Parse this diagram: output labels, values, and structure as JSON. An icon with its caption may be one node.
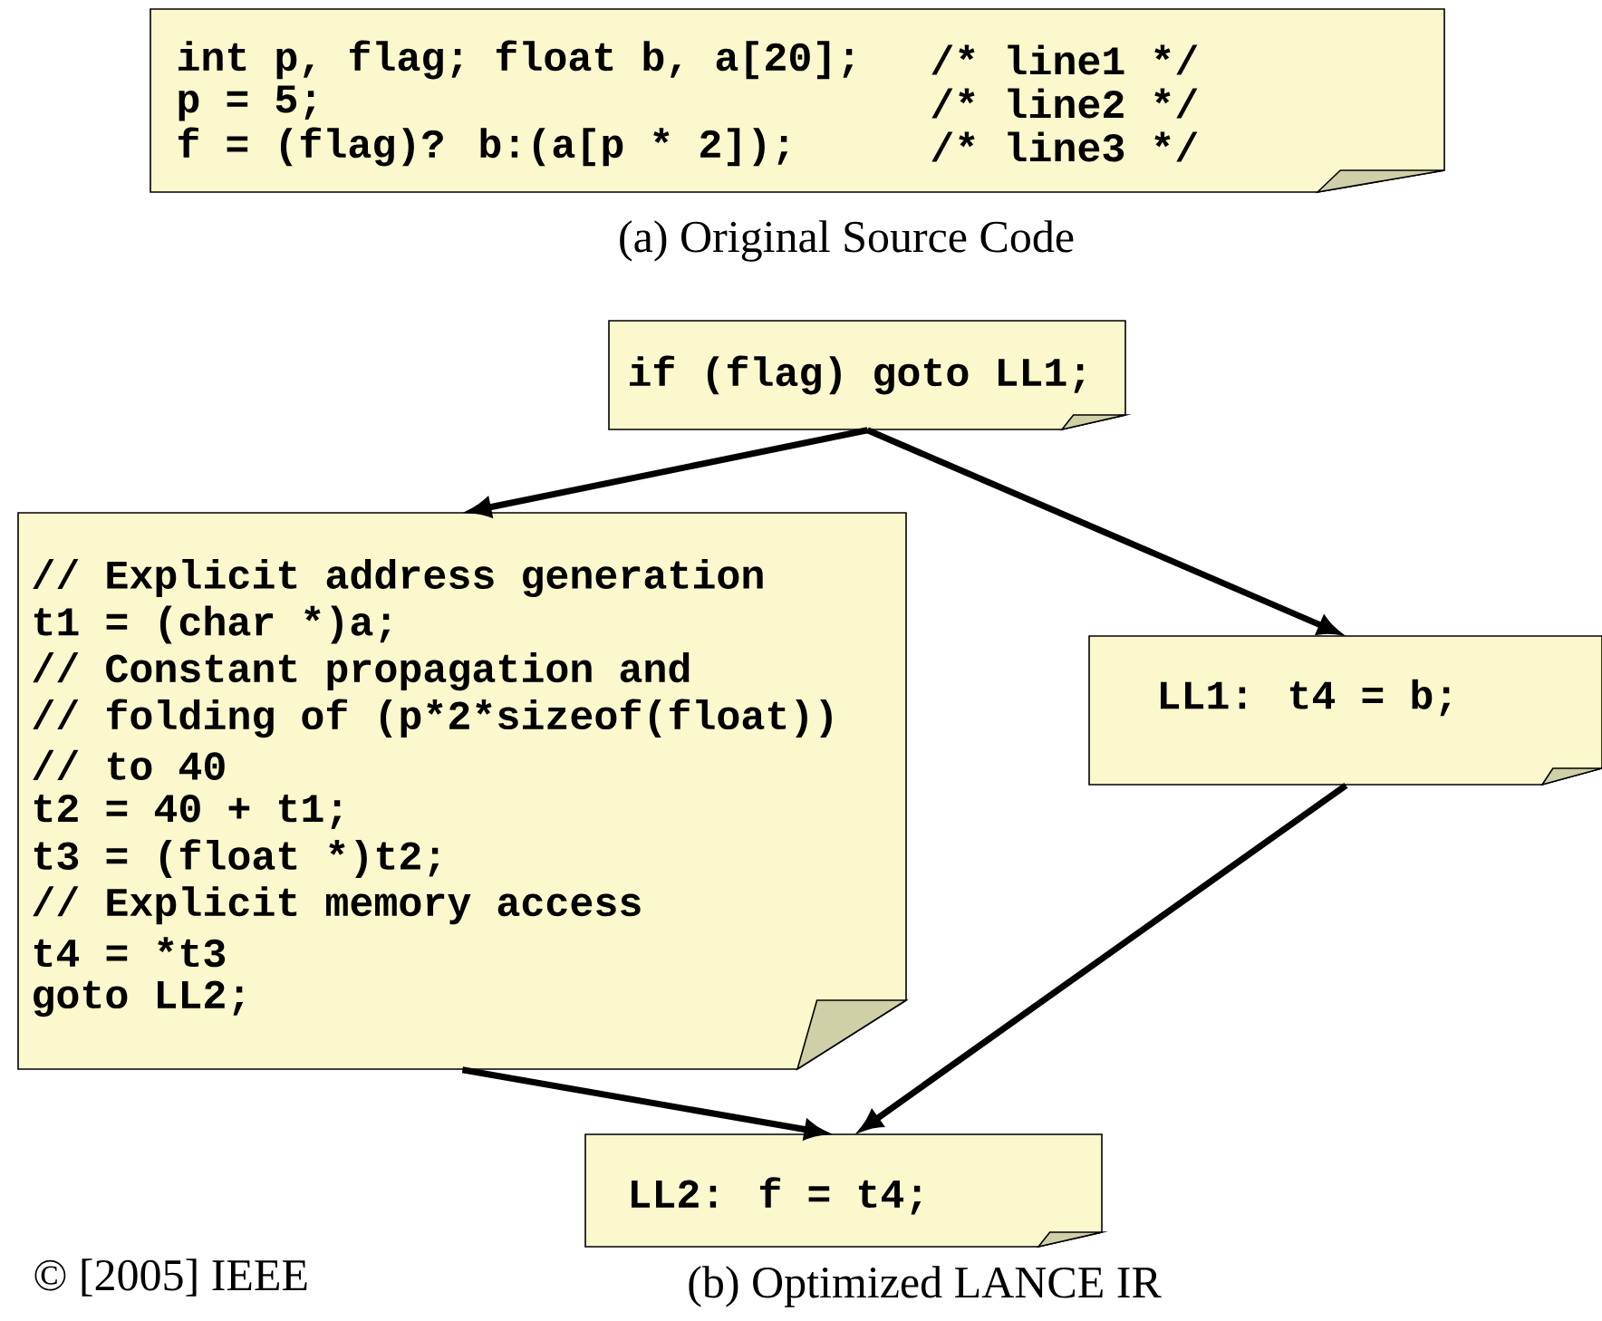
{
  "diagram": {
    "nodes": [
      {
        "text": [
          "int p, flag; float b, a[20];",
          "/* line1 */",
          "p = 5;",
          "/* line2 */",
          "f = (flag)? b:(a[p * 2]);",
          "/* line3 */"
        ]
      },
      {
        "text": [
          "if (flag) goto LL1;"
        ]
      },
      {
        "text": [
          "// Explicit address generation",
          "t1 = (char *)a;",
          "// Constant propagation and",
          "// folding of (p*2*sizeof(float))",
          "// to 40",
          "t2 = 40 + t1;",
          "t3 = (float *)t2;",
          "// Explicit memory access",
          "t4 = *t3",
          "goto LL2;"
        ]
      },
      {
        "text": [
          "LL1: t4 = b;"
        ]
      },
      {
        "text": [
          "LL2: f = t4;"
        ]
      }
    ],
    "edges": [
      {
        "from": 1,
        "to": 2,
        "arrow": "to"
      },
      {
        "from": 1,
        "to": 3,
        "arrow": "to"
      },
      {
        "from": 2,
        "to": 4,
        "arrow": "to"
      },
      {
        "from": 3,
        "to": 4,
        "arrow": "to"
      }
    ],
    "labels": [
      "(a) Original Source Code",
      "© [2005] IEEE",
      "(b) Optimized LANCE IR"
    ]
  }
}
